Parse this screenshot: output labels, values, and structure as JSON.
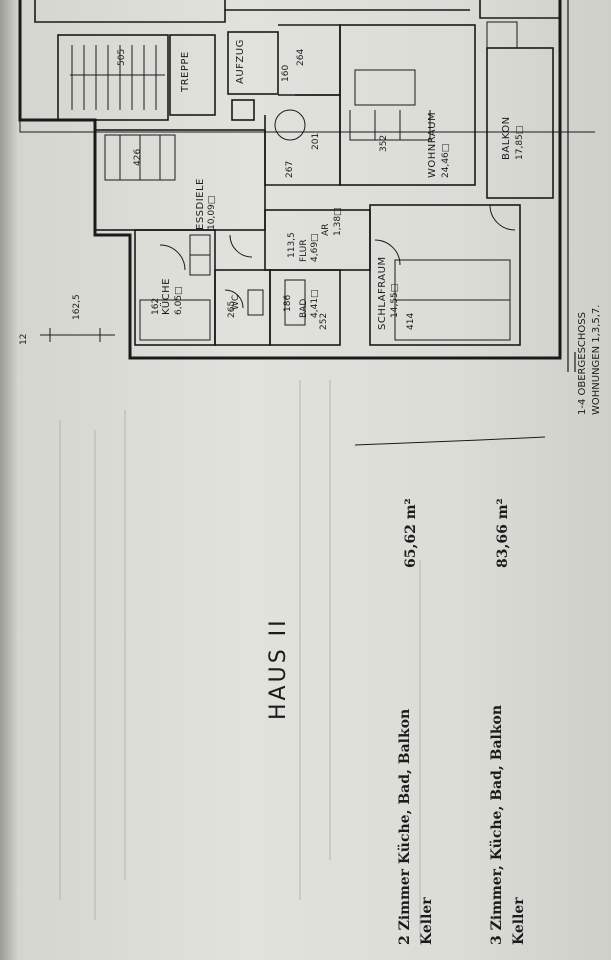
{
  "plan": {
    "rooms": {
      "treppe": "TREPPE",
      "aufzug": "AUFZUG",
      "essdiele": "ESSDIELE",
      "essdiele_area": "10,09□",
      "kueche": "KÜCHE",
      "kueche_area": "6,05□",
      "wohnraum": "WOHNRAUM",
      "wohnraum_area": "24,46□",
      "balkon": "BALKON",
      "balkon_area": "17,85□",
      "schlafraum": "SCHLAFRAUM",
      "schlafraum_area": "14,55□",
      "flur": "FLUR",
      "flur_area": "4,69□",
      "bad": "BAD",
      "bad_area": "4,41□",
      "wc": "WC",
      "ar": "AR",
      "ar_area": "1,38□"
    },
    "dimensions": [
      "505",
      "264",
      "160",
      "201",
      "267",
      "352",
      "426",
      "113,5",
      "162",
      "265",
      "186",
      "252",
      "414",
      "162,5",
      "12"
    ],
    "floor_note_1": "1-4 OBERGESCHOSS",
    "floor_note_2": "WOHNUNGEN 1,3,5,7."
  },
  "listing": {
    "title": "HAUS II",
    "units": [
      {
        "description": "2 Zimmer Küche, Bad, Balkon",
        "extra": "Keller",
        "area": "65,62 m²"
      },
      {
        "description": "3 Zimmer, Küche, Bad, Balkon",
        "extra": "Keller",
        "area": "83,66 m²"
      }
    ]
  }
}
